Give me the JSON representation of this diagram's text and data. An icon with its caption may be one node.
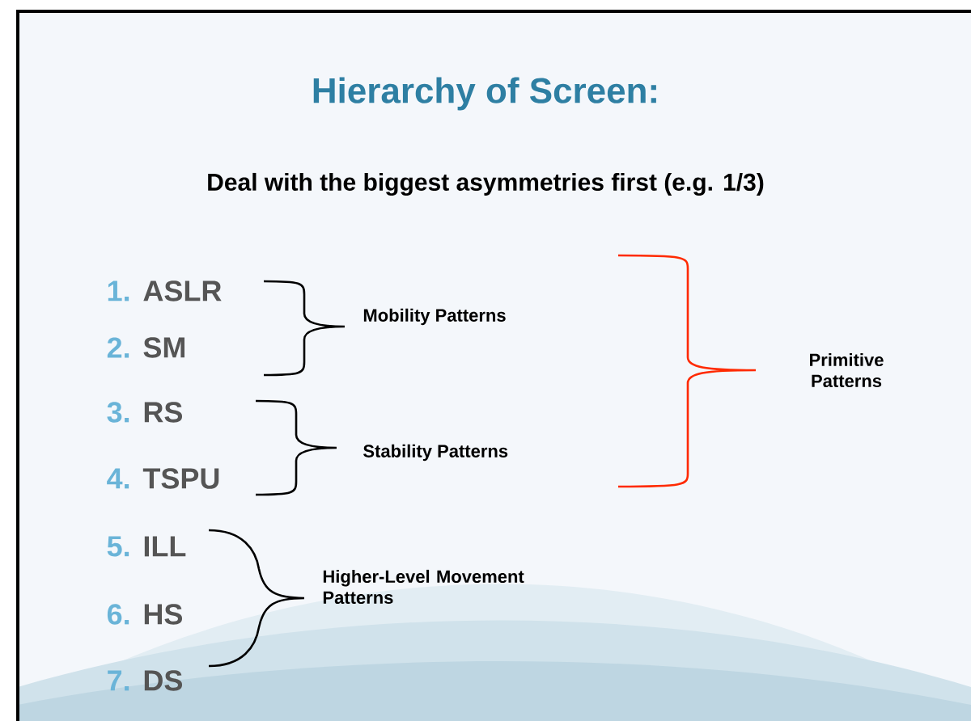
{
  "diagram": {
    "title": "Hierarchy of Screen:",
    "labels": [
      "Deal with the biggest asymmetries first (e.g. 1/3)",
      "1.",
      "ASLR",
      "2.",
      "SM",
      "3.",
      "RS",
      "4.",
      "TSPU",
      "5.",
      "ILL",
      "6.",
      "HS",
      "7.",
      "DS",
      "Mobility Patterns",
      "Primitive Patterns",
      "Stability Patterns",
      "Higher-Level Movement Patterns"
    ]
  }
}
